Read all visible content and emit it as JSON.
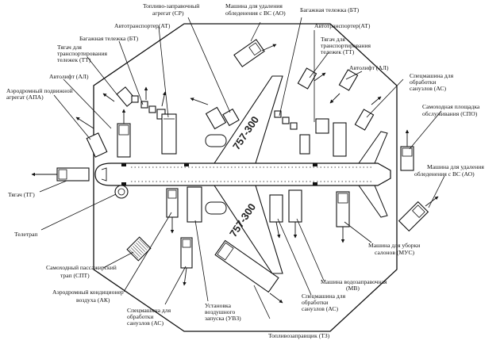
{
  "labels": {
    "tz_fuel_top": "Топливо-заправочный",
    "tz_fuel_bot": "агрегат (СР)",
    "ao_top_1": "Машина для удаления",
    "ao_top_2": "обледенения с ВС (АО)",
    "bt_top_right": "Багажная тележка (БТ)",
    "at_top_left": "Автотранспортер(АТ)",
    "at_top_right": "Автотранспортер(АТ)",
    "bt_left": "Багажная тележка (БТ)",
    "tt_left_1": "Тягач для",
    "tt_left_2": "транспортирования",
    "tt_left_3": "тележек (ТТ)",
    "tt_right_1": "Тягач для",
    "tt_right_2": "транспортирования",
    "tt_right_3": "тележек (ТТ)",
    "al_left": "Автолифт (АЛ)",
    "al_right": "Автолифт (АЛ)",
    "apa_1": "Аэродромный подвижной",
    "apa_2": "агрегат (АПА)",
    "as_tr_1": "Спецмашина для",
    "as_tr_2": "обработки",
    "as_tr_3": "санузлов (АС)",
    "spo_1": "Самоходная площадка",
    "spo_2": "обслуживания (СПО)",
    "ao_right_1": "Машина для удаления",
    "ao_right_2": "обледенения с ВС (АО)",
    "tug": "Тягач (ТГ)",
    "teletrap": "Телетрап",
    "spt_1": "Самоходный пассажирский",
    "spt_2": "трап (СПТ)",
    "ak_1": "Аэродромный кондиционер",
    "ak_2": "воздуха (АК)",
    "as_bl_1": "Спецмашина для",
    "as_bl_2": "обработки",
    "as_bl_3": "санузлов (АС)",
    "uvz_1": "Установка",
    "uvz_2": "воздушного",
    "uvz_3": "запуска (УВЗ)",
    "tz": "Топливозаправщик (ТЗ)",
    "as_bm_1": "Спецмашина для",
    "as_bm_2": "обработки",
    "as_bm_3": "санузлов (АС)",
    "mv_1": "Машина водозаправочная",
    "mv_2": "(МВ)",
    "mus_1": "Машина для уборки",
    "mus_2": "салонов (МУС)"
  },
  "aircraft": {
    "registration_upper": "757-300",
    "registration_lower": "757-300"
  }
}
